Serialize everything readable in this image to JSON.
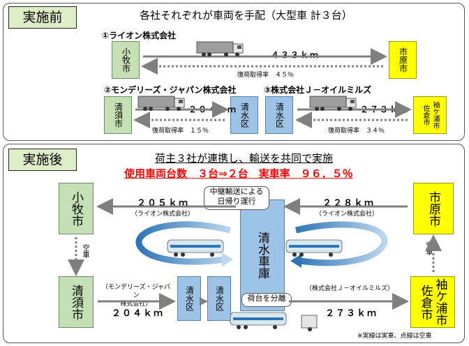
{
  "before": {
    "tag": "実施前",
    "title": "各社それぞれが車両を手配（大型車 計３台）",
    "lion_heading": "①ライオン株式会社",
    "montelis_heading": "②モンデリーズ・ジャパン株式会社",
    "joil_heading": "③株式会社Ｊ－オイルミルズ",
    "lion_distance": "４３３ｋｍ",
    "lion_return_rate": "復荷取得率　４５％",
    "montelis_distance": "２０４ｋｍ",
    "montelis_return_rate": "復荷取得率　１５％",
    "joil_distance": "２７３ｋｍ",
    "joil_return_rate": "復荷取得率　３４％",
    "boxes": {
      "komaki": "小牧市",
      "ichihara": "市原市",
      "kiyosu": "清須市",
      "shimizu_a": "清水区",
      "shimizu_b": "清水区",
      "sodegaura": "袖ケ浦市",
      "sakura": "佐倉市"
    }
  },
  "after": {
    "tag": "実施後",
    "headline": "荷主３社が連携し、輸送を共同で実施",
    "subheadline": "使用車両台数　３台⇒２台　実車率　９６．５％",
    "top_left_distance": "２０５ｋｍ",
    "top_left_company": "（ライオン株式会社）",
    "top_right_distance": "２２８ｋｍ",
    "top_right_company": "（ライオン株式会社）",
    "relay_callout": "中継輸送による\n日帰り運行",
    "cargo_split_callout": "荷台を分離",
    "bottom_left_company": "（モンデリーズ・ジャパン\n株式会社）",
    "bottom_left_distance": "２０４ｋｍ",
    "bottom_right_company": "（株式会社Ｊ－オイルミルズ）",
    "bottom_right_distance": "２７３ｋｍ",
    "empty_left": "空車",
    "empty_right": "空車",
    "depot": "清水車庫",
    "boxes": {
      "komaki": "小牧市",
      "ichihara": "市原市",
      "kiyosu": "清須市",
      "shimizu_a": "清水区",
      "shimizu_b": "清水区",
      "sodegaura": "袖ケ浦市",
      "sakura": "佐倉市"
    },
    "footnote": "※実線は実車、点線は空車"
  },
  "colors": {
    "green": "#c5e0b4",
    "yellow": "#ffff00",
    "blue": "#9dc3e6",
    "red": "#ff0000",
    "arrow": "#7f7f7f"
  }
}
